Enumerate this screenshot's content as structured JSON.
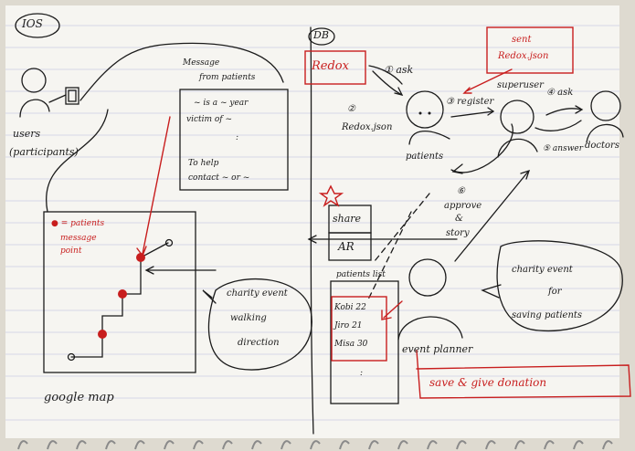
{
  "labels": {
    "ios": "IOS",
    "db": "DB",
    "redox": "Redox",
    "users": "users",
    "participants": "(participants)",
    "message_title": "Message",
    "message_from": "from patients",
    "message_line1": "~ is a ~ year",
    "message_line2": "victim of ~",
    "message_dots": ":",
    "message_line3": "To help",
    "message_line4": "contact ~ or ~",
    "legend_dot": "● = patients",
    "legend_line2": "message",
    "legend_line3": "point",
    "google_map": "google map",
    "charity_walk_line1": "charity event",
    "charity_walk_line2": "walking",
    "charity_walk_line3": "direction",
    "ask1": "① ask",
    "step2": "②",
    "redox_json": "Redox.json",
    "register": "③ register",
    "patients": "patients",
    "sent_line1": "sent",
    "sent_line2": "Redox.json",
    "superuser": "superuser",
    "ask4": "④ ask",
    "answer": "⑤ answer",
    "doctors": "doctors",
    "approve1": "⑥",
    "approve2": "approve",
    "approve3": "&",
    "approve4": "story",
    "share": "share",
    "ar": "AR",
    "patients_list": "patients list",
    "list_row1": "Kobi 22",
    "list_row2": "Jiro 21",
    "list_row3": "Misa 30",
    "list_dots": ":",
    "event_planner": "event planner",
    "charity_save1": "charity event",
    "charity_save2": "for",
    "charity_save3": "saving patients",
    "save_donation": "save & give donation"
  },
  "colors": {
    "ink": "#1b1b1b",
    "red": "#c81e1e",
    "paper": "#f6f5f1"
  }
}
